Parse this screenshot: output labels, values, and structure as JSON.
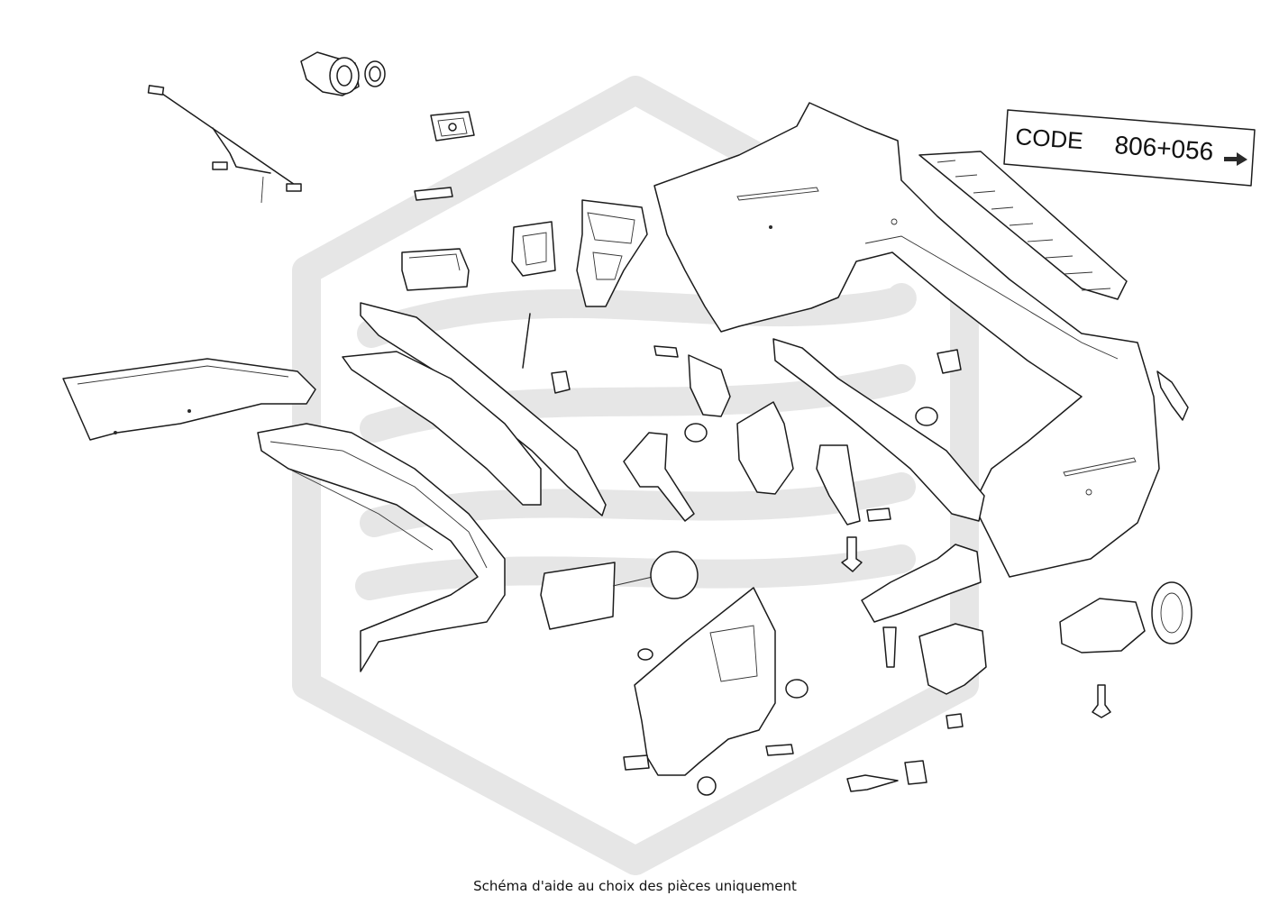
{
  "code_label": {
    "prefix": "CODE",
    "value": "806+056",
    "arrow": "arrow-right-icon"
  },
  "caption": "Schéma d'aide au choix des pièces uniquement",
  "colors": {
    "line": "#1c1c1c",
    "watermark": "#e6e6e6",
    "background": "#ffffff"
  }
}
